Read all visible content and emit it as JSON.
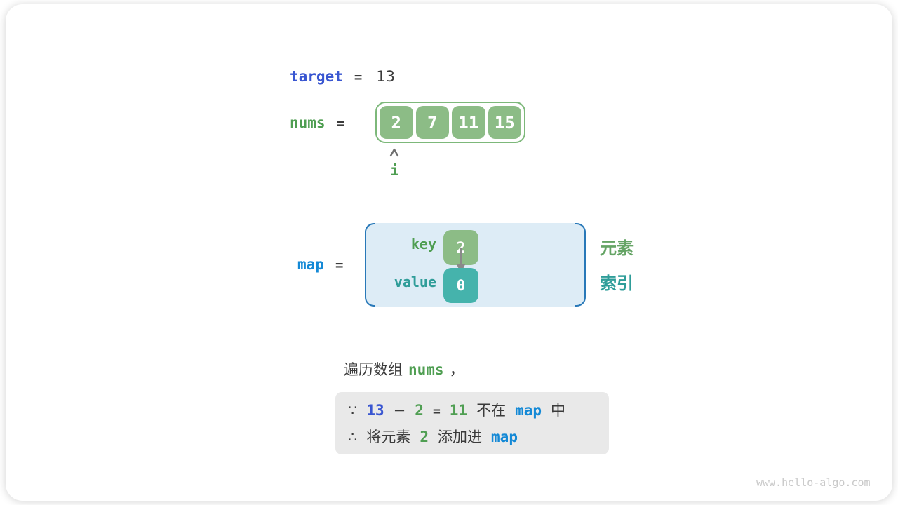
{
  "colors": {
    "code_blue": "#3956d1",
    "map_blue": "#1489d6",
    "green": "#4f9e52",
    "label_green": "#65a465",
    "teal": "#2f9d99",
    "dark": "#3b3b3b",
    "cell_green": "#8cbc86",
    "cell_teal": "#45b3ac",
    "array_border": "#7db87a",
    "map_fill": "#ddecf6",
    "map_bracket": "#2878b8",
    "gray_box": "#e9e9e9",
    "watermark": "#c9c9c9"
  },
  "target": {
    "label": "target",
    "eq": "=",
    "value": "13"
  },
  "nums": {
    "label": "nums",
    "eq": "=",
    "values": [
      "2",
      "7",
      "11",
      "15"
    ],
    "pointer": "i"
  },
  "map": {
    "label": "map",
    "eq": "=",
    "key_label": "key",
    "key_value": "2",
    "value_label": "value",
    "value_value": "0",
    "element_label": "元素",
    "index_label": "索引"
  },
  "caption": {
    "prefix": "遍历数组",
    "code": "nums",
    "suffix": "，"
  },
  "deduction": {
    "line1": {
      "because": "∵",
      "minuend": "13",
      "minus": "−",
      "subtrahend": "2",
      "eq": "=",
      "difference": "11",
      "not_in": "不在",
      "map": "map",
      "suffix": "中"
    },
    "line2": {
      "therefore": "∴",
      "text1": "将元素",
      "num": "2",
      "text2": "添加进",
      "map": "map"
    }
  },
  "watermark": "www.hello-algo.com"
}
